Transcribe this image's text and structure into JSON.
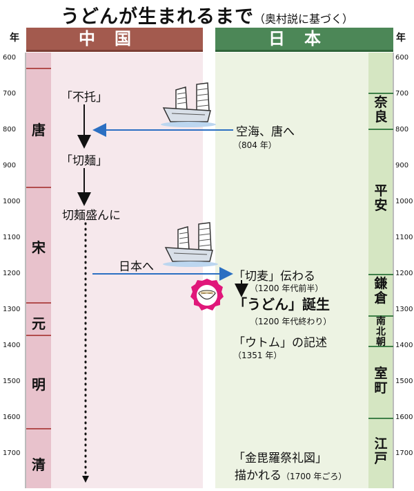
{
  "title": {
    "main": "うどんが生まれるまで",
    "sub": "（奥村説に基づく）"
  },
  "year_label": "年",
  "headers": {
    "china": "中国",
    "japan": "日本"
  },
  "years": [
    "600",
    "700",
    "800",
    "900",
    "1000",
    "1100",
    "1200",
    "1300",
    "1400",
    "1500",
    "1600",
    "1700"
  ],
  "china_eras": [
    "唐",
    "宋",
    "元",
    "明",
    "清"
  ],
  "japan_periods": [
    "奈良",
    "平安",
    "鎌倉",
    "南北朝",
    "室町",
    "江戸"
  ],
  "china_events": {
    "futon": "「不托」",
    "setsumen": "「切麺」",
    "setsumen_popular": "切麺盛んに"
  },
  "japan_events": {
    "kukai": "空海、唐へ",
    "kukai_year": "（804 年）",
    "to_japan": "日本へ",
    "setsubaku": "「切麦」伝わる",
    "setsubaku_year": "（1200 年代前半）",
    "udon_birth": "「うどん」誕生",
    "udon_birth_year": "（1200 年代終わり）",
    "utomu": "「ウトム」の記述",
    "utomu_year": "（1351 年）",
    "konpira": "「金毘羅祭礼図」",
    "konpira_drawn": "描かれる",
    "konpira_year": "（1700 年ごろ）"
  },
  "colors": {
    "china_header": "#a35a4e",
    "japan_header": "#4c8757",
    "china_bg": "#f6e8ec",
    "japan_bg": "#edf3e3",
    "china_era_strip": "#e8c2cc",
    "japan_period_strip": "#d5e6c2",
    "arrow_blue": "#2b6fc2",
    "seal_magenta": "#e0177a"
  },
  "icons": [
    "junk-ship-icon",
    "udon-bowl-icon"
  ]
}
